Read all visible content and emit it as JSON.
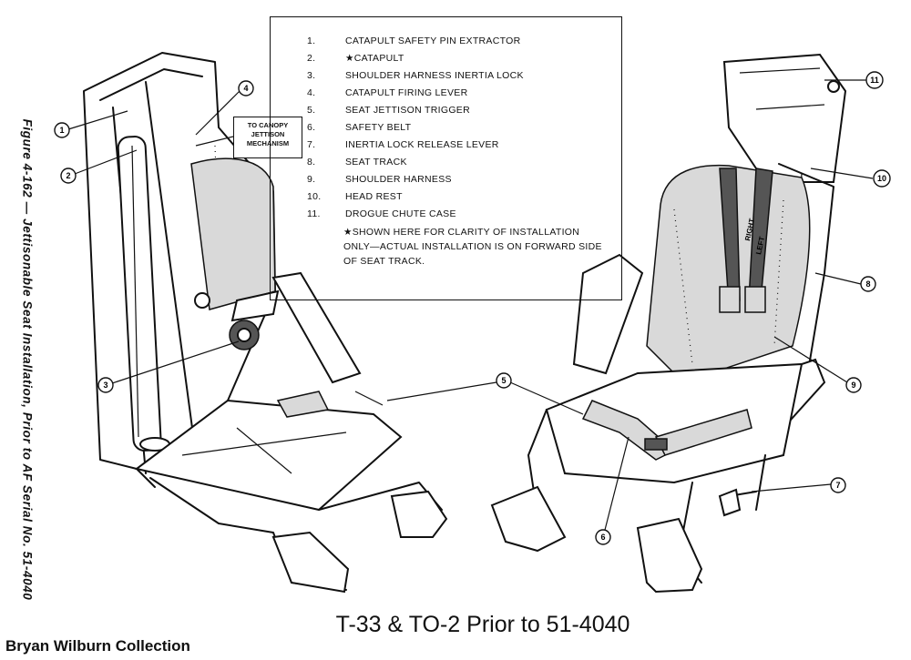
{
  "figure_caption": "Figure 4-162 — Jettisonable Seat Installation, Prior to AF Serial No. 51-4040",
  "callout_box": [
    "TO CANOPY",
    "JETTISON",
    "MECHANISM"
  ],
  "legend": {
    "items": [
      {
        "num": "1.",
        "label": "CATAPULT SAFETY PIN EXTRACTOR"
      },
      {
        "num": "2.",
        "label": "★CATAPULT"
      },
      {
        "num": "3.",
        "label": "SHOULDER HARNESS INERTIA LOCK"
      },
      {
        "num": "4.",
        "label": "CATAPULT FIRING LEVER"
      },
      {
        "num": "5.",
        "label": "SEAT JETTISON TRIGGER"
      },
      {
        "num": "6.",
        "label": "SAFETY BELT"
      },
      {
        "num": "7.",
        "label": "INERTIA LOCK RELEASE LEVER"
      },
      {
        "num": "8.",
        "label": "SEAT TRACK"
      },
      {
        "num": "9.",
        "label": "SHOULDER HARNESS"
      },
      {
        "num": "10.",
        "label": "HEAD REST"
      },
      {
        "num": "11.",
        "label": "DROGUE CHUTE CASE"
      }
    ],
    "note": "★SHOWN HERE FOR CLARITY OF INSTALLATION ONLY—ACTUAL INSTALLATION IS ON FORWARD SIDE OF SEAT TRACK."
  },
  "markers": [
    "1",
    "2",
    "3",
    "4",
    "5",
    "6",
    "7",
    "8",
    "9",
    "10",
    "11"
  ],
  "strap_labels": [
    "RIGHT",
    "LEFT"
  ],
  "main_title": "T-33 & TO-2 Prior to 51-4040",
  "collection_credit": "Bryan Wilburn Collection"
}
